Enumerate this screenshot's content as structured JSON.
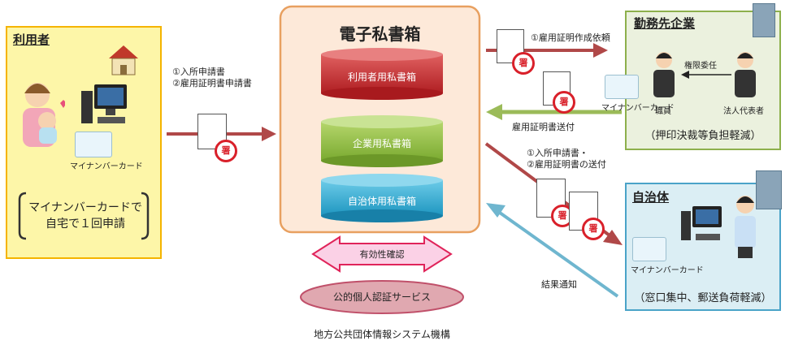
{
  "user": {
    "title": "利用者",
    "card_label": "マイナンバーカード",
    "note": "マイナンバーカードで\n自宅で１回申請",
    "send_label": "①入所申請書\n②雇用証明書申請書"
  },
  "center": {
    "title": "電子私書箱",
    "box1": "利用者用私書箱",
    "box2": "企業用私書箱",
    "box3": "自治体用私書箱",
    "validity": "有効性確認",
    "service": "公的個人認証サービス",
    "org": "地方公共団体情報システム機構"
  },
  "company": {
    "title": "勤務先企業",
    "request_label": "①雇用証明作成依頼",
    "return_label": "雇用証明書送付",
    "delegation": "権限委任",
    "staff": "職員",
    "rep": "法人代表者",
    "card_label": "マイナンバーカード",
    "note": "（押印決裁等負担軽減）"
  },
  "municipality": {
    "title": "自治体",
    "send_label": "①入所申請書・\n②雇用証明書の送付",
    "result_label": "結果通知",
    "card_label": "マイナンバーカード",
    "note": "（窓口集中、郵送負荷軽減）"
  },
  "seal_text": "署",
  "colors": {
    "user_bg": "#fdf6a8",
    "user_border": "#f5b400",
    "center_bg": "#fde9d9",
    "center_border": "#e8a060",
    "company_bg": "#ebf1de",
    "company_border": "#8db04c",
    "muni_bg": "#dbeef4",
    "muni_border": "#4aa3c8",
    "red_arrow": "#b04848",
    "green_arrow": "#9bbb59",
    "blue_arrow": "#6fb6cf",
    "cyl_red": "#c0282c",
    "cyl_green": "#8cbc3c",
    "cyl_blue": "#2ea6cc"
  }
}
